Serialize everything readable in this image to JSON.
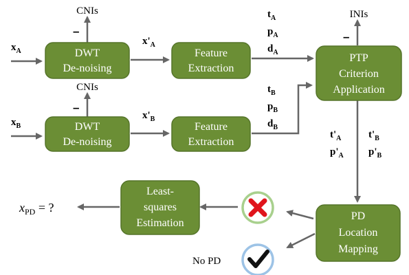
{
  "blocks": {
    "dwt_a": [
      "DWT",
      "De-noising"
    ],
    "dwt_b": [
      "DWT",
      "De-noising"
    ],
    "feat_a": [
      "Feature",
      "Extraction"
    ],
    "feat_b": [
      "Feature",
      "Extraction"
    ],
    "ptp": [
      "PTP",
      "Criterion",
      "Application"
    ],
    "pd_loc": [
      "PD",
      "Location",
      "Mapping"
    ],
    "lsq": [
      "Least-",
      "squares",
      "Estimation"
    ]
  },
  "labels": {
    "cnis": "CNIs",
    "inis": "INIs",
    "minus": "–",
    "x": "x",
    "A": "A",
    "B": "B",
    "xprime": "x'",
    "t": "t",
    "p": "p",
    "d": "d",
    "tprime": "t'",
    "pprime": "p'",
    "xpd": "x",
    "pd_sub": "PD",
    "xpd_rhs": " = ?",
    "no_pd": "No PD"
  },
  "icons": {
    "cross": "cross-mark-icon",
    "check": "check-mark-icon"
  },
  "colors": {
    "block_fill": "#6b8e35",
    "arrow": "#666666",
    "cross": "#e0141c",
    "cross_ring": "#a8d08d",
    "check_ring": "#9dc3e6"
  }
}
